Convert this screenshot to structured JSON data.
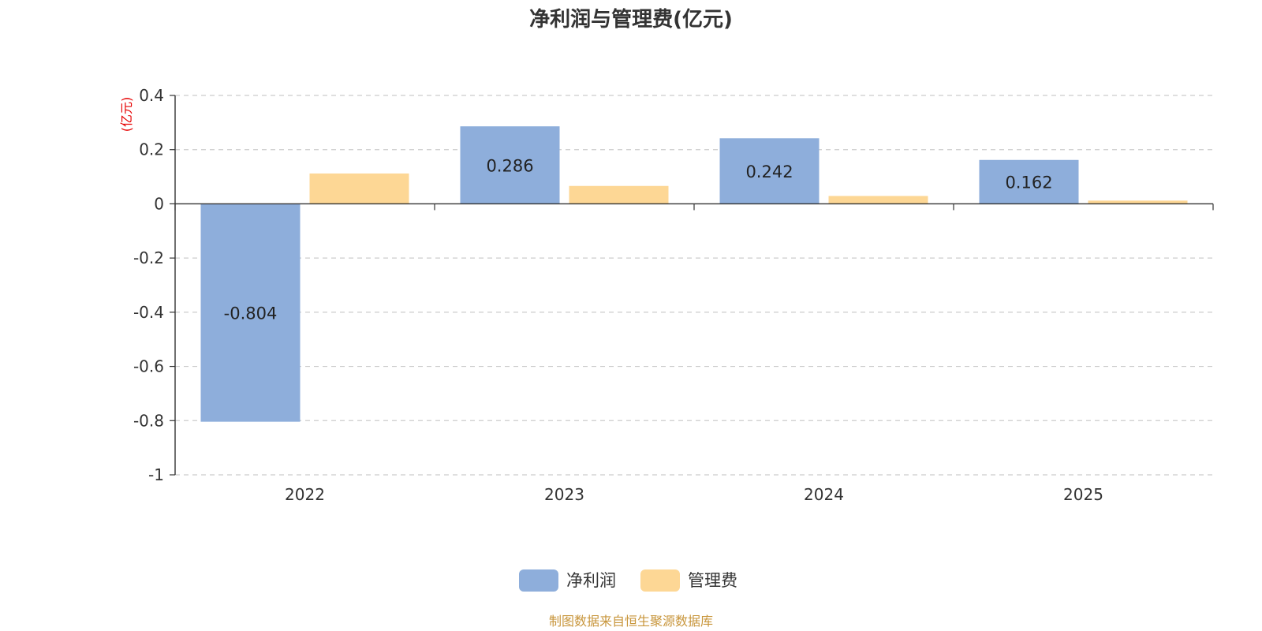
{
  "chart_data": {
    "type": "bar",
    "title": "净利润与管理费(亿元)",
    "unit_label": "(亿元)",
    "categories": [
      "2022",
      "2023",
      "2024",
      "2025"
    ],
    "series": [
      {
        "name": "净利润",
        "values": [
          -0.804,
          0.286,
          0.242,
          0.162
        ],
        "labels": [
          "-0.804",
          "0.286",
          "0.242",
          "0.162"
        ],
        "color": "#8eaedb"
      },
      {
        "name": "管理费",
        "values": [
          0.112,
          0.066,
          0.029,
          0.012
        ],
        "color": "#fdd795"
      }
    ],
    "ylim": [
      -1,
      0.4
    ],
    "yticks": [
      0.4,
      0.2,
      0,
      -0.2,
      -0.4,
      -0.6,
      -0.8,
      -1
    ],
    "ytick_labels": [
      "0.4",
      "0.2",
      "0",
      "-0.2",
      "-0.4",
      "-0.6",
      "-0.8",
      "-1"
    ],
    "grid": true,
    "legend_position": "bottom-center",
    "source": "制图数据来自恒生聚源数据库"
  }
}
